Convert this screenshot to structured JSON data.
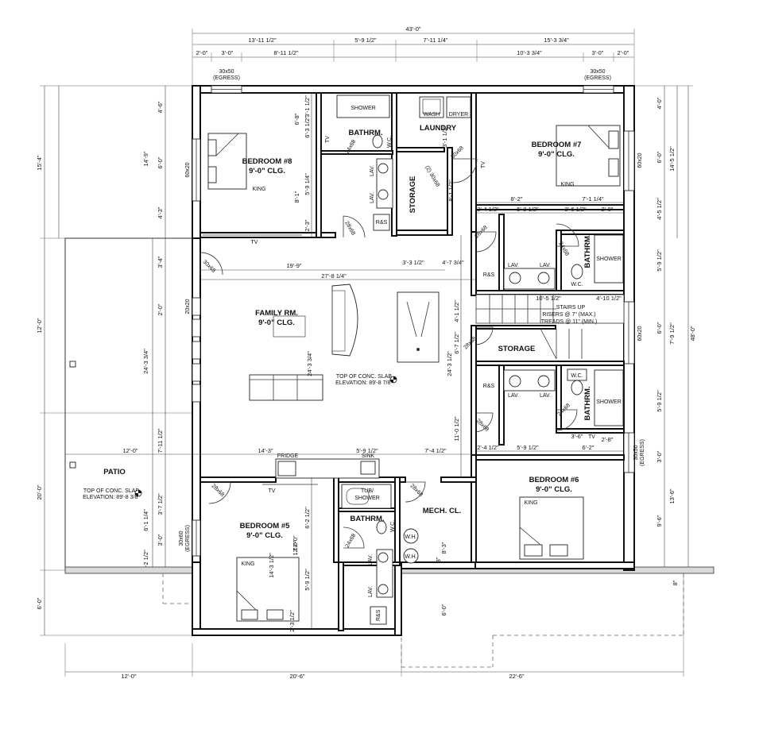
{
  "overall": {
    "width": "43'-0\"",
    "depth": "48'-0\""
  },
  "rooms": {
    "bedroom8": {
      "name": "BEDROOM #8",
      "ceiling": "9'-0\" CLG.",
      "bed": "KING"
    },
    "bedroom7": {
      "name": "BEDROOM #7",
      "ceiling": "9'-0\" CLG.",
      "bed": "KING"
    },
    "bedroom6": {
      "name": "BEDROOM #6",
      "ceiling": "9'-0\" CLG.",
      "bed": "KING"
    },
    "bedroom5": {
      "name": "BEDROOM #5",
      "ceiling": "9'-0\" CLG.",
      "bed": "KING"
    },
    "family": {
      "name": "FAMILY RM.",
      "ceiling": "9'-0\" CLG."
    },
    "laundry": {
      "name": "LAUNDRY",
      "wash": "WASH",
      "dryer": "DRYER"
    },
    "bath_top": {
      "name": "BATHRM.",
      "shower": "SHOWER"
    },
    "bath_bottom": {
      "name": "BATHRM.",
      "tub": "TUB/",
      "tub2": "SHOWER"
    },
    "bath_right_top": {
      "name": "BATHRM.",
      "shower": "SHOWER"
    },
    "bath_right_bottom": {
      "name": "BATHRM.",
      "shower": "SHOWER"
    },
    "storage_left": {
      "name": "STORAGE"
    },
    "storage_right": {
      "name": "STORAGE"
    },
    "mech": {
      "name": "MECH. CL."
    },
    "patio": {
      "name": "PATIO"
    },
    "stairs": {
      "line1": "STAIRS UP",
      "line2": "RISERS @ 7\" (MAX.)",
      "line3": "TREADS @ 11\" (MIN.)"
    }
  },
  "fixtures": {
    "lav": "LAV.",
    "wc": "W.C.",
    "rs": "R&S",
    "tv": "TV",
    "wh": "W.H.",
    "fridge": "FRIDGE",
    "sink": "SINK"
  },
  "notes": {
    "slab1_l1": "TOP OF CONC. SLAB",
    "slab1_l2": "ELEVATION: 89'-8 7/8\"",
    "slab2_l1": "TOP OF CONC. SLAB",
    "slab2_l2": "ELEVATION: 89'-8 3/8\""
  },
  "windows": {
    "w_egress_tl": "30x50",
    "w_egress_tl2": "(EGRESS)",
    "w_egress_tr": "30x50",
    "w_egress_tr2": "(EGRESS)",
    "w_egress_r": "30x50",
    "w_egress_r2": "(EGRESS)",
    "w_egress_l": "30x60",
    "w_egress_l2": "(EGRESS)",
    "w_60x20_l": "60x20",
    "w_60x20_r": "60x20",
    "w_60x20_r2": "60x20",
    "w_20x20": "20x20"
  },
  "doors": {
    "d2868": "28x68",
    "d2468": "24x68",
    "d3068": "30x68",
    "d2_3068": "(2) 30x68"
  },
  "dims": {
    "top_total": "43'-0\"",
    "top_a": "13'-11 1/2\"",
    "top_b": "5'-9 1/2\"",
    "top_c": "7'-11 1/4\"",
    "top_d": "15'-3 3/4\"",
    "top2_a": "2'-0\"",
    "top2_b": "3'-0\"",
    "top2_c": "8'-11 1/2\"",
    "top2_d": "10'-3 3/4\"",
    "top2_e": "3'-0\"",
    "top2_f": "2'-0\"",
    "bot_a": "12'-0\"",
    "bot_b": "20'-6\"",
    "bot_c": "22'-6\"",
    "left_total": "15'-4\"",
    "left_b": "12'-0\"",
    "left_c": "20'-0\"",
    "left_d": "6'-0\"",
    "l2_a": "4'-6\"",
    "l2_b": "14'-9\"",
    "l2_c": "6'-0\"",
    "l2_d": "4'-3\"",
    "l2_e": "3'-4\"",
    "l2_f": "24'-3 3/4\"",
    "l2_g": "2'-0\"",
    "l2_h": "7'-11 1/2\"",
    "l2_i": "3'-7 1/2\"",
    "l2_j": "6'-1 1/4\"",
    "l2_k": "3'-0\"",
    "l2_l": "1'-2 1/2\"",
    "right_total": "48'-0\"",
    "r_a": "4'-0\"",
    "r_b": "6'-0\"",
    "r_c": "14'-5 1/2\"",
    "r_d": "4'-5 1/2\"",
    "r_e": "5'-9 1/2\"",
    "r_f": "7'-9 1/2\"",
    "r_g": "6'-0\"",
    "r_h": "5'-9 1/2\"",
    "r_i": "3'-0\"",
    "r_j": "13'-6\"",
    "r_k": "9'-6\"",
    "r_l": "8\"",
    "in_197": "19'-9\"",
    "in_278": "27'-8 1/4\"",
    "in_1425": "14'-3\"",
    "in_1205": "12'-0\"",
    "in_3312": "3'-3 1/2\"",
    "in_473": "4'-7 3/4\"",
    "in_1052": "10'-5 1/2\"",
    "in_4105": "4'-10 1/2\"",
    "in_82": "8'-2\"",
    "in_595": "5'-9 1/2\"",
    "in_363": "3'-6 1/2\"",
    "in_28": "2'-8\"",
    "in_712": "7'-1 1/4\"",
    "in_243": "2'-4 1/2\"",
    "in_592": "5'-9 1/2\"",
    "in_36": "3'-6\"",
    "in_62": "6'-2\"",
    "in_28b": "2'-8\"",
    "in_243b": "2'-4 1/2\"",
    "in_743": "7'-4 1/2\"",
    "in_593": "5'-9 1/2\"",
    "in_243c": "24'-3 1/2\"",
    "in_243d": "24'-3 3/4\"",
    "in_1102": "11'-0 1/2\"",
    "in_81": "8'-1\"",
    "in_68": "6'-8\"",
    "in_31": "3'-1 1/2\"",
    "in_632": "6'-3 1/2\"",
    "in_593b": "5'-9 1/4\"",
    "in_23": "2'-3\"",
    "in_62b": "6'-2 1/2\"",
    "in_1205b": "12'-0\"",
    "in_595b": "5'-9 1/2\"",
    "in_1433": "14'-3 1/2\"",
    "in_23b": "2'-3 1/2\"",
    "in_6b": "6'-0\"",
    "in_83": "8'-3\"",
    "in_8": "8\"",
    "in_313": "3'-1 1/2\"",
    "in_412": "4'-1 1/2\"",
    "in_632b": "6'-7 1/2\"",
    "in_812": "8'-1 1/2\""
  }
}
